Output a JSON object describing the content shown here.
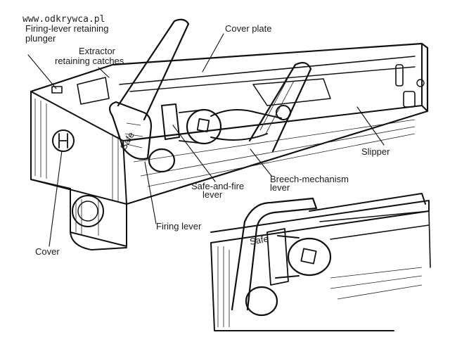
{
  "watermark": "www.odkrywca.pl",
  "labels": {
    "firing_lever_retaining_plunger_1": "Firing-lever retaining",
    "firing_lever_retaining_plunger_2": "plunger",
    "extractor_retaining_catches_1": "Extractor",
    "extractor_retaining_catches_2": "retaining catches",
    "cover_plate": "Cover plate",
    "slipper": "Slipper",
    "breech_mechanism_lever_1": "Breech-mechanism",
    "breech_mechanism_lever_2": "lever",
    "safe_and_fire_lever_1": "Safe-and-fire",
    "safe_and_fire_lever_2": "lever",
    "firing_lever": "Firing lever",
    "cover": "Cover"
  },
  "engravings": {
    "main_lever_mark": "Safe",
    "detail_lever_mark": "Safe"
  }
}
